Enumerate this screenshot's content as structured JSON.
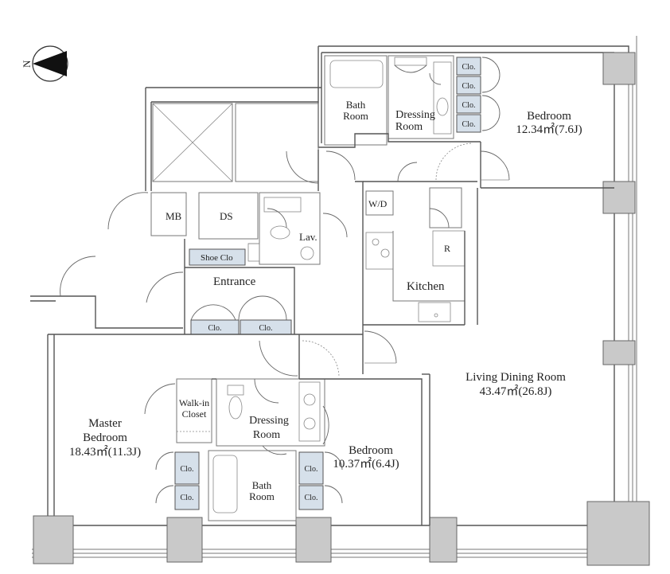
{
  "compass": {
    "north_label": "N"
  },
  "rooms": {
    "bath_top_label": [
      "Bath",
      "Room"
    ],
    "dressing_top_label": [
      "Dressing",
      "Room"
    ],
    "bedroom_ne": {
      "name": "Bedroom",
      "area": "12.34㎡(7.6J)"
    },
    "clo_ne": [
      "Clo.",
      "Clo.",
      "Clo.",
      "Clo."
    ],
    "mb": "MB",
    "ds": "DS",
    "lav": "Lav.",
    "wd": "W/D",
    "fridge": "R",
    "shoe_clo": "Shoe Clo",
    "entrance": "Entrance",
    "clo_entrance": [
      "Clo.",
      "Clo."
    ],
    "kitchen": "Kitchen",
    "living": {
      "name": "Living Dining Room",
      "area": "43.47㎡(26.8J)"
    },
    "walk_in_closet": [
      "Walk-in",
      "Closet"
    ],
    "master": {
      "name": [
        "Master",
        "Bedroom"
      ],
      "area": "18.43㎡(11.3J)"
    },
    "dressing_bottom_label": [
      "Dressing",
      "Room"
    ],
    "bedroom_s": {
      "name": "Bedroom",
      "area": "10.37㎡(6.4J)"
    },
    "clo_master": [
      "Clo.",
      "Clo."
    ],
    "clo_bedroom_s": [
      "Clo.",
      "Clo."
    ],
    "bath_bottom_label": [
      "Bath",
      "Room"
    ]
  }
}
